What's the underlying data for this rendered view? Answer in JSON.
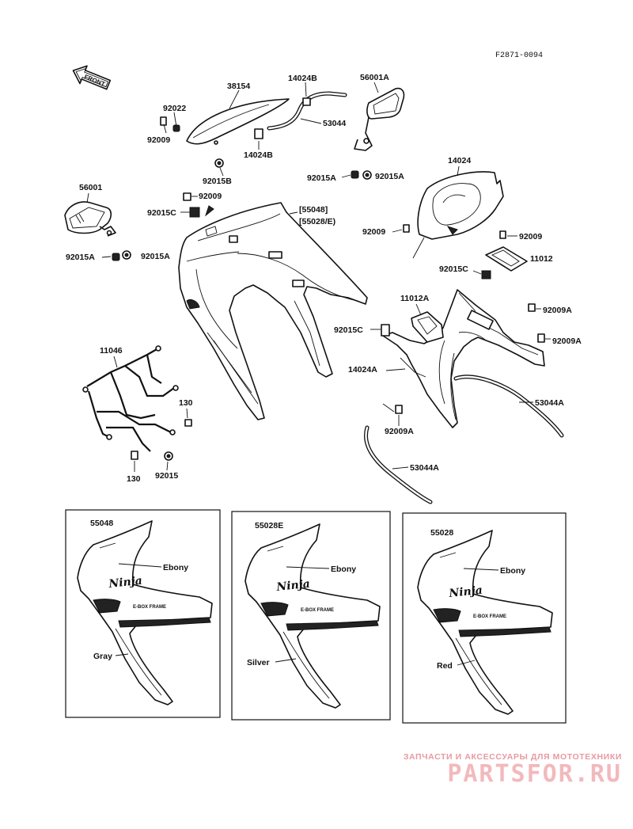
{
  "diagram": {
    "ref_code": "F2871-0094",
    "front_label": "FRONT",
    "labels": {
      "p38154": "38154",
      "p14024b_top": "14024B",
      "p56001a": "56001A",
      "p92022": "92022",
      "p53044": "53044",
      "p92009_left": "92009",
      "p14024b_mid": "14024B",
      "p92015b": "92015B",
      "p92015a_l": "92015A",
      "p92015a_r": "92015A",
      "p14024": "14024",
      "p56001": "56001",
      "p92009_cowl": "92009",
      "p92015c_cowl": "92015C",
      "p55048_bracket": "[55048]",
      "p55028e_bracket": "[55028/E)",
      "p92009_panel": "92009",
      "p92009_right": "92009",
      "p92015a_ml": "92015A",
      "p92015a_mr": "92015A",
      "p11012": "11012",
      "p92015c_r": "92015C",
      "p11012a": "11012A",
      "p92009a_r1": "92009A",
      "p92015c_l": "92015C",
      "p92009a_r2": "92009A",
      "p11046": "11046",
      "p14024a": "14024A",
      "p53044a_r": "53044A",
      "p130_r": "130",
      "p92009a_b": "92009A",
      "p53044a_b": "53044A",
      "p130_b": "130",
      "p92015_b": "92015"
    },
    "variants": [
      {
        "part": "55048",
        "upper_color": "Ebony",
        "lower_color": "Gray"
      },
      {
        "part": "55028E",
        "upper_color": "Ebony",
        "lower_color": "Silver"
      },
      {
        "part": "55028",
        "upper_color": "Ebony",
        "lower_color": "Red"
      }
    ],
    "decal_brand": "Ninja",
    "decal_frame": "E-BOX FRAME"
  },
  "watermark": {
    "subtitle": "ЗАПЧАСТИ И АКСЕССУАРЫ ДЛЯ МОТОТЕХНИКИ",
    "brand": "PARTSFOR.RU"
  }
}
